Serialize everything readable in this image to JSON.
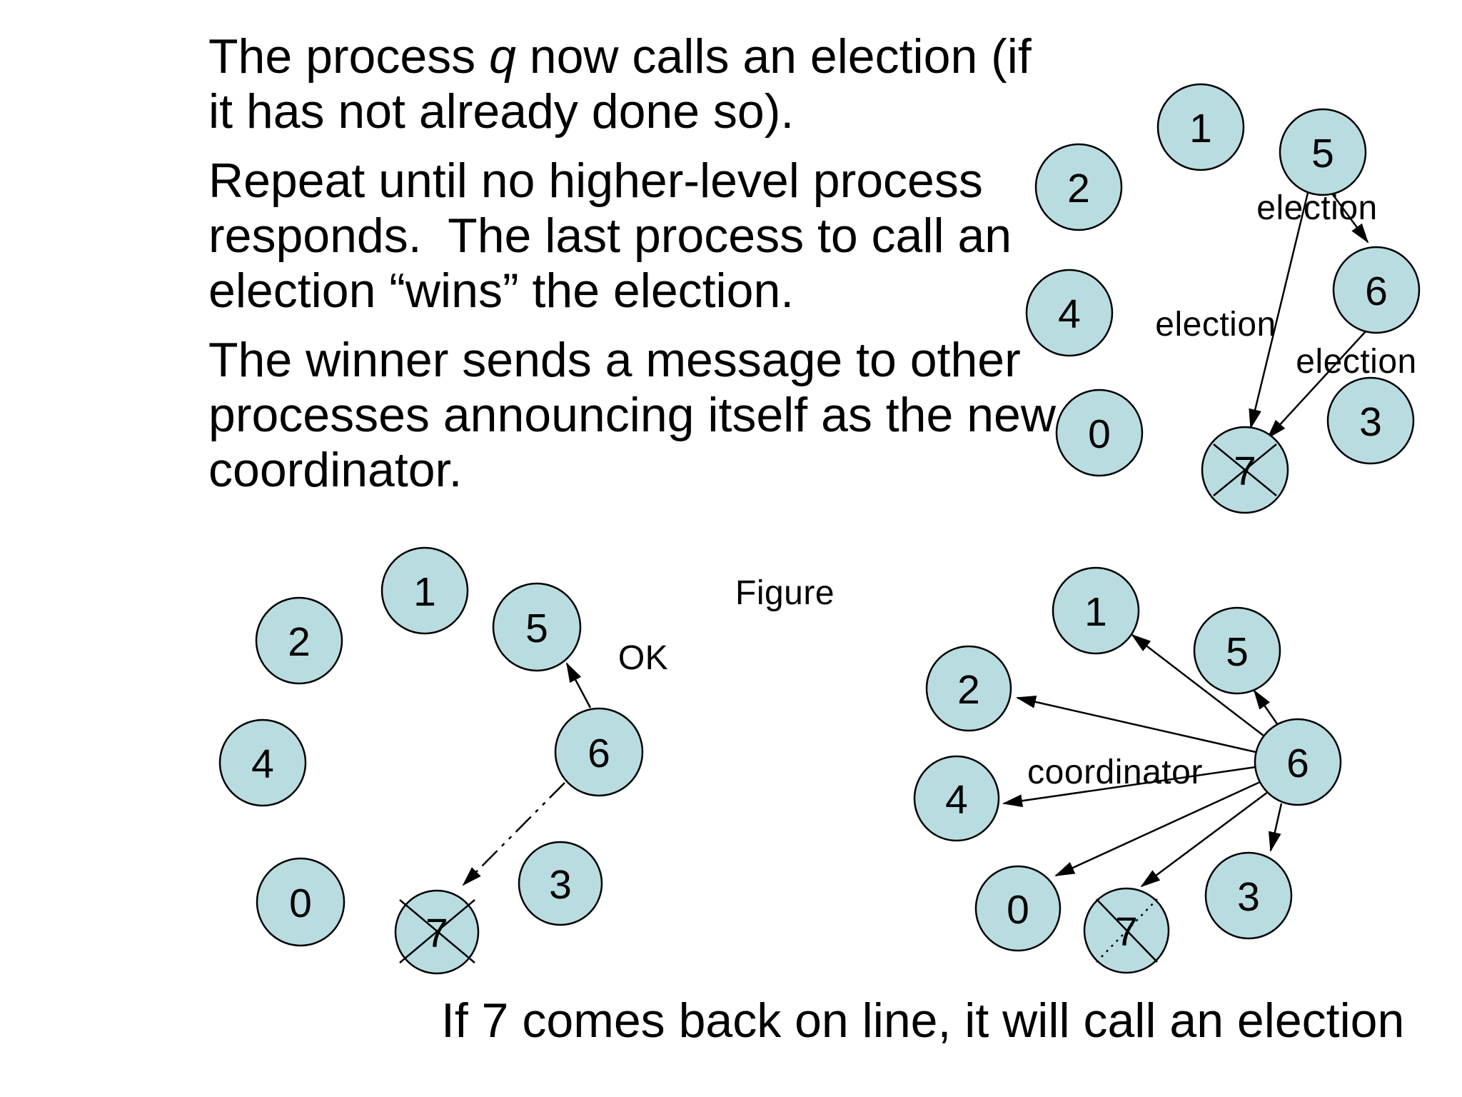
{
  "colors": {
    "background": "#ffffff",
    "text": "#000000",
    "node_fill": "#b9dce0",
    "node_stroke": "#000000"
  },
  "body_text": {
    "p1_l1_pre": "The process ",
    "p1_l1_italic": "q",
    "p1_l1_post": " now calls an election (if",
    "p1_l2": "it has not already done so).",
    "p2_l1": "Repeat until no higher-level process",
    "p2_l2": "responds.  The last process to call an",
    "p2_l3": "election “wins” the election.",
    "p3_l1": "The winner sends a message to other",
    "p3_l2": "processes announcing itself as the new",
    "p3_l3": "coordinator."
  },
  "figure_label": "Figure",
  "caption": "If 7 comes back on line, it will call an election",
  "diagrams": {
    "election_stage": {
      "nodes": {
        "n0": "0",
        "n1": "1",
        "n2": "2",
        "n3": "3",
        "n4": "4",
        "n5": "5",
        "n6": "6",
        "n7": "7"
      },
      "labels": {
        "e56": "election",
        "e57": "election",
        "e67": "election"
      }
    },
    "ok_stage": {
      "nodes": {
        "n0": "0",
        "n1": "1",
        "n2": "2",
        "n3": "3",
        "n4": "4",
        "n5": "5",
        "n6": "6",
        "n7": "7"
      },
      "labels": {
        "ok": "OK"
      }
    },
    "coordinator_stage": {
      "nodes": {
        "n0": "0",
        "n1": "1",
        "n2": "2",
        "n3": "3",
        "n4": "4",
        "n5": "5",
        "n6": "6",
        "n7": "7"
      },
      "labels": {
        "coordinator": "coordinator"
      }
    }
  }
}
